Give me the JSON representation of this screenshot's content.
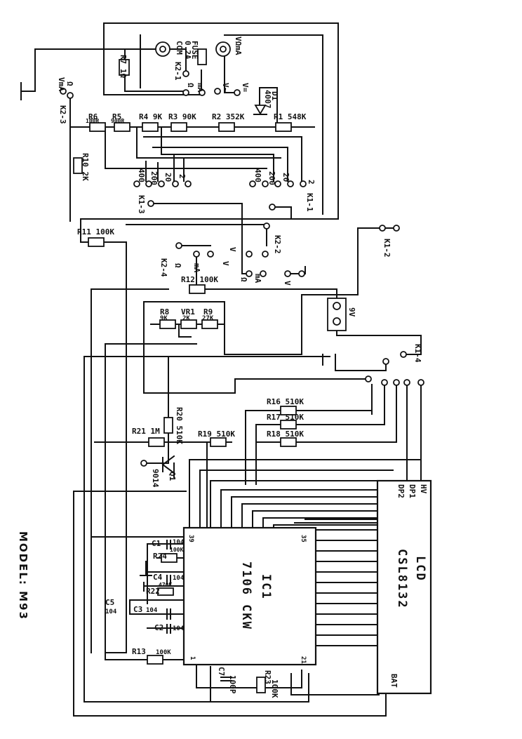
{
  "model_caption": "MODEL: M93",
  "ic": {
    "name": "IC1",
    "part": "7106 CKW",
    "pin_top_left": "39",
    "pin_top_right": "35",
    "pin_bottom_left": "1",
    "pin_bottom_right": "21"
  },
  "lcd": {
    "name": "LCD",
    "part": "CSL8132",
    "pins_top": [
      "HV",
      "DP1",
      "DP2"
    ],
    "pin_bottom": "BAT"
  },
  "jacks": {
    "com": "COM",
    "vma": "VΩmA",
    "fuse": "FUSE",
    "fuse_rating": "0.2A",
    "k21": "K2-1"
  },
  "diode": {
    "name": "D1",
    "part": "4007"
  },
  "resistors": {
    "r1": "R1 548K",
    "r2": "R2 352K",
    "r3": "R3 90K",
    "r4": "R4 9K",
    "r5": "R5",
    "r5v": "900R",
    "r6": "R6",
    "r6v": "100R",
    "r7": "R7 1Ω",
    "r8": "R8",
    "r8v": "9K",
    "vr1": "VR1",
    "vr1v": "2K",
    "r9": "R9",
    "r9v": "27K",
    "r10": "R10 2K",
    "r11": "R11 100K",
    "r12": "R12 100K",
    "r13": "R13",
    "r13v": "100K",
    "r16": "R16 510K",
    "r17": "R17 510K",
    "r18": "R18 510K",
    "r19": "R19 510K",
    "r20": "R20 510K",
    "r21": "R21 1M",
    "r22": "R22",
    "r22v": "470K",
    "r23": "R23",
    "r23v": "100K",
    "r24": "R24",
    "r24v": "100K"
  },
  "capacitors": {
    "c1": "C1",
    "c1v": "104",
    "c2": "C2",
    "c2v": "104",
    "c3": "C3",
    "c3v": "104",
    "c4": "C4",
    "c4v": "104",
    "c5": "C5",
    "c5v": "104",
    "c7": "C7",
    "c7v": "100P"
  },
  "transistor": {
    "name": "Q1",
    "part": "9014"
  },
  "battery": "9V",
  "switches": {
    "k13": "K1-3",
    "k11": "K1-1",
    "k12": "K1-2",
    "k14": "K1-4",
    "k22": "K2-2",
    "k23": "K2-3",
    "k24": "K2-4"
  },
  "range_labels": [
    "400",
    "200",
    "20",
    "2"
  ],
  "func_labels": {
    "vma": "VmA",
    "ohm": "Ω",
    "ma": "mA",
    "v": "V",
    "vin": "V~",
    "vdc": "V="
  }
}
